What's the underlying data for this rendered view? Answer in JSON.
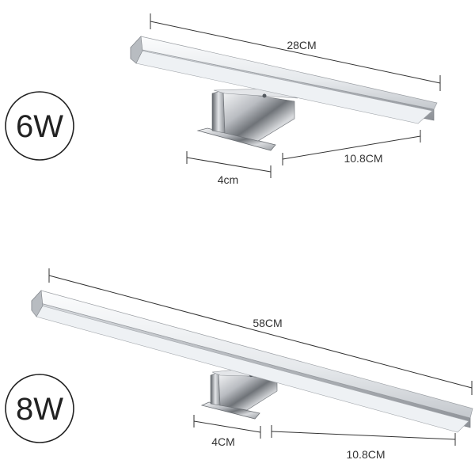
{
  "products": [
    {
      "wattage": "6W",
      "dimensions": {
        "length": "28CM",
        "base_width": "4cm",
        "depth": "10.8CM"
      }
    },
    {
      "wattage": "8W",
      "dimensions": {
        "length": "58CM",
        "base_width": "4CM",
        "depth": "10.8CM"
      }
    }
  ],
  "colors": {
    "chrome_light": "#f2f3f5",
    "chrome_mid": "#c9ccd1",
    "chrome_dark": "#8c9096",
    "diffuser": "#eef1f4",
    "outline": "#222222"
  }
}
